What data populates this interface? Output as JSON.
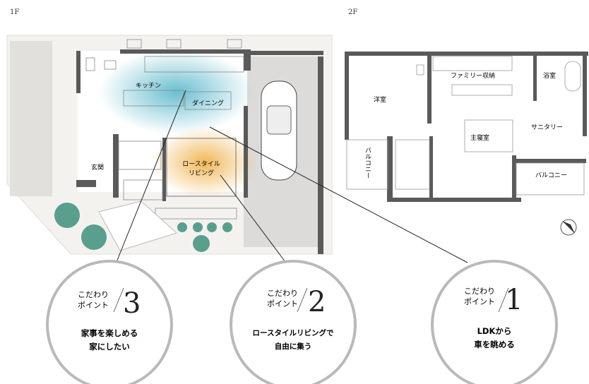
{
  "floors": {
    "first": {
      "label": "1F",
      "rooms": {
        "kitchen": "キッチン",
        "dining": "ダイニング",
        "entrance": "玄関",
        "living_line1": "ロースタイル",
        "living_line2": "リビング"
      }
    },
    "second": {
      "label": "2F",
      "rooms": {
        "western_room": "洋室",
        "family_storage": "ファミリー収納",
        "bathroom": "浴室",
        "sanitary": "サニタリー",
        "master_bedroom": "主寝室",
        "balcony_left": "バルコニー",
        "balcony_right": "バルコニー"
      }
    }
  },
  "points": [
    {
      "kodawari": "こだわり",
      "point": "ポイント",
      "number": "3",
      "line1": "家事を楽しめる",
      "line2": "家にしたい"
    },
    {
      "kodawari": "こだわり",
      "point": "ポイント",
      "number": "2",
      "line1": "ロースタイルリビングで",
      "line2": "自由に集う"
    },
    {
      "kodawari": "こだわり",
      "point": "ポイント",
      "number": "1",
      "line1": "LDKから",
      "line2": "車を眺める"
    }
  ],
  "colors": {
    "kitchen_glow": "#4fb3c8",
    "living_glow": "#f0b450",
    "wall": "#555555",
    "circle": "#b9b9b9"
  }
}
